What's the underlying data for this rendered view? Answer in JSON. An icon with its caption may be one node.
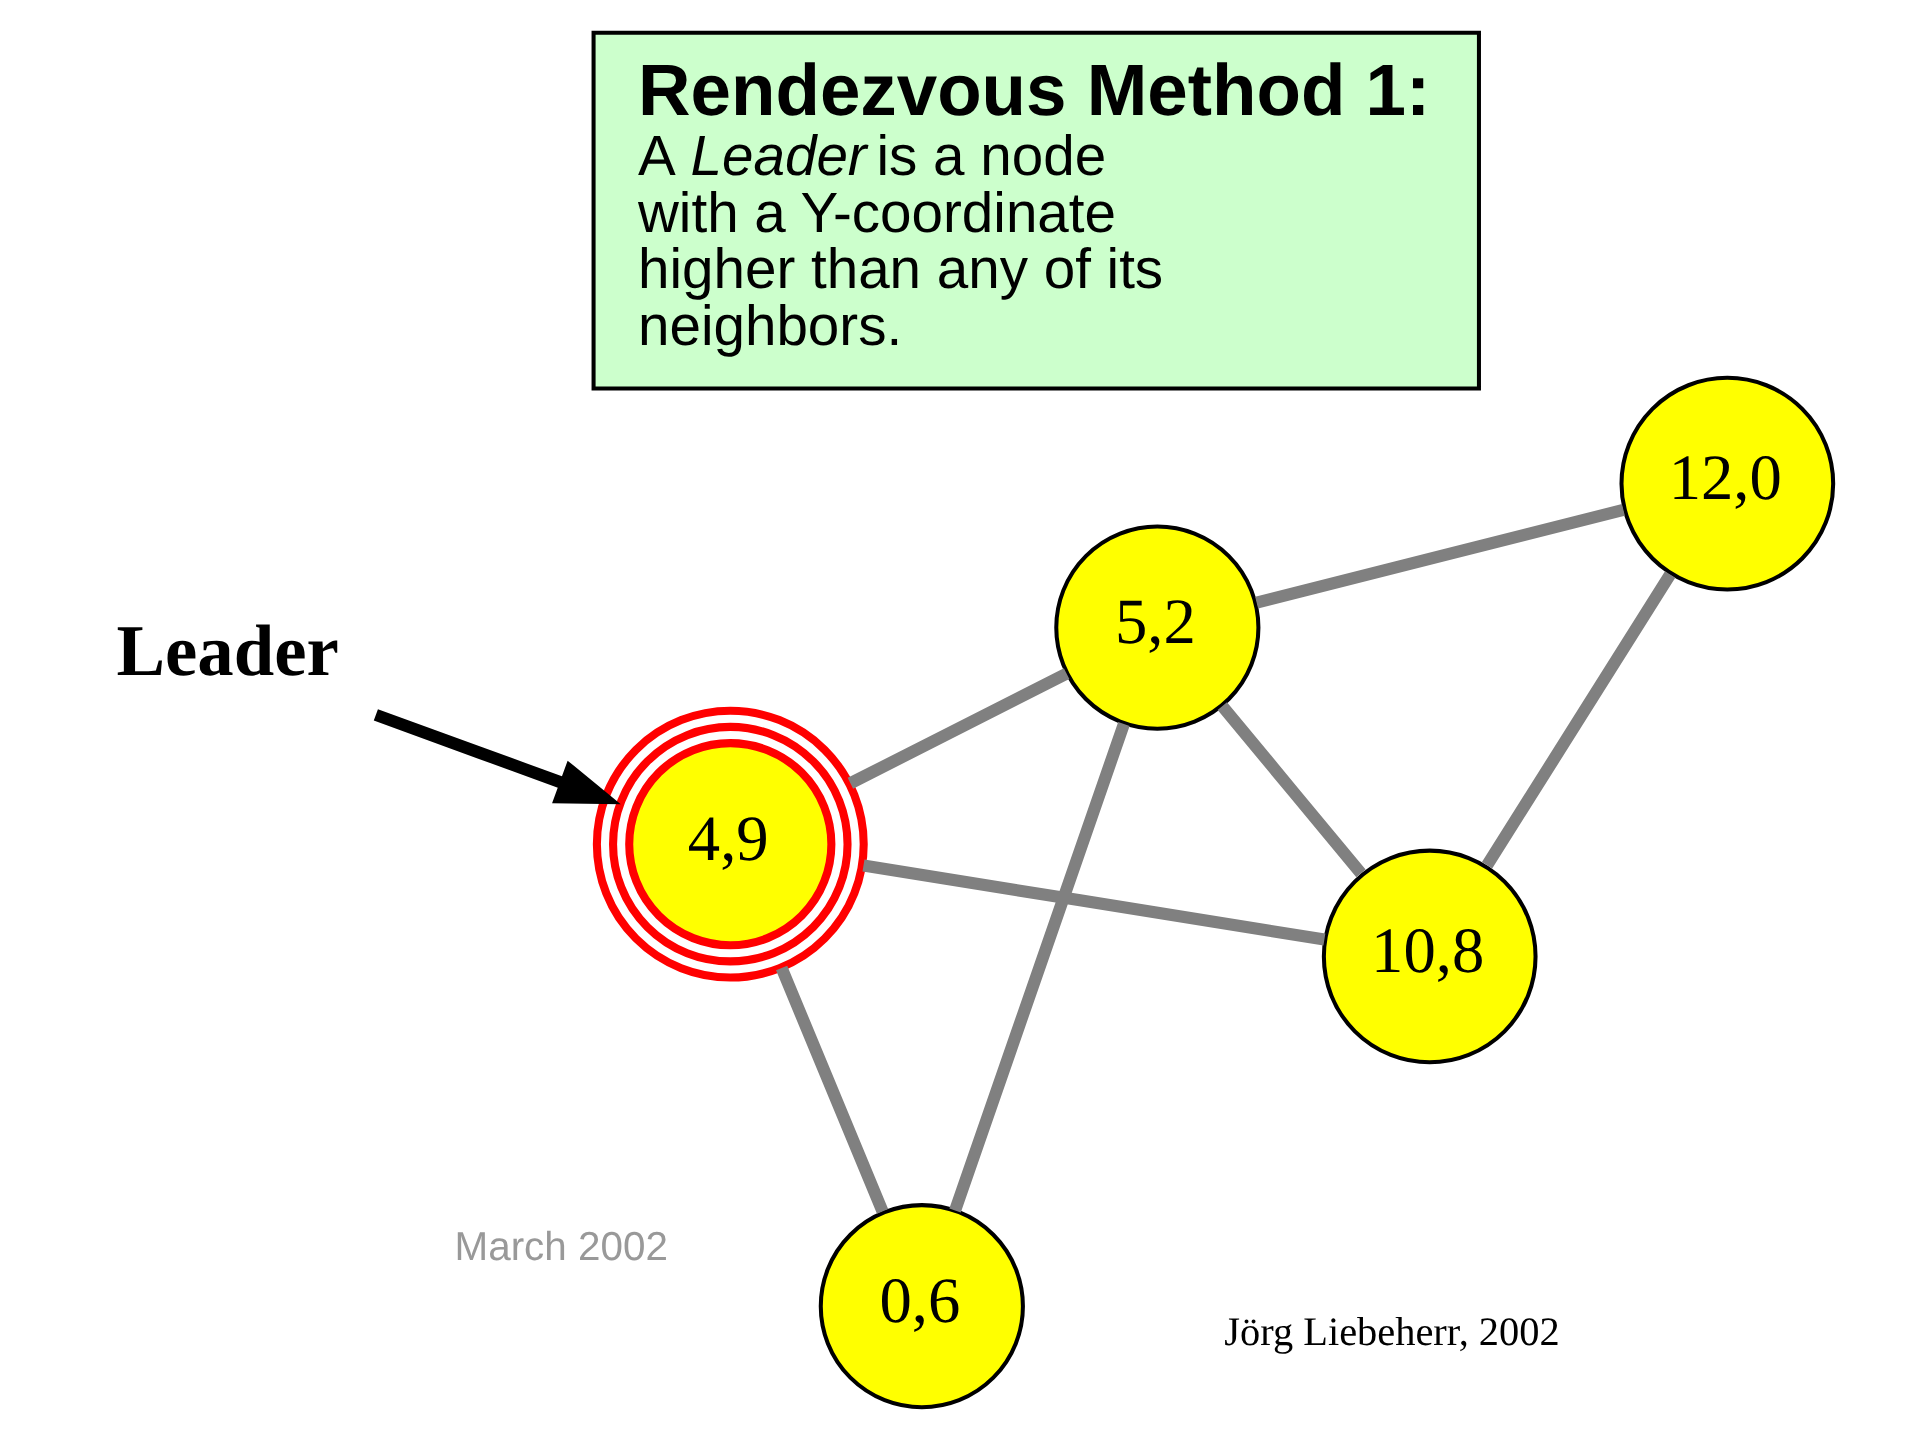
{
  "diagram": {
    "nodes": [
      {
        "text": [
          "4,9"
        ]
      },
      {
        "text": [
          "10,8"
        ]
      },
      {
        "text": [
          "0,6"
        ]
      },
      {
        "text": [
          "5,2"
        ]
      },
      {
        "text": [
          "12,0"
        ]
      },
      {
        "text": [
          "Leader"
        ]
      },
      {
        "text": [
          "Rendezvous Method 1:",
          "A *Leader* is a node with a Y-coordinate higher than any of its neighbors."
        ]
      }
    ],
    "edges": [
      {
        "from": 0,
        "to": 1,
        "arrow": "none"
      },
      {
        "from": 0,
        "to": 2,
        "arrow": "none"
      },
      {
        "from": 0,
        "to": 3,
        "arrow": "none"
      },
      {
        "from": 1,
        "to": 3,
        "arrow": "none"
      },
      {
        "from": 1,
        "to": 4,
        "arrow": "none"
      },
      {
        "from": 2,
        "to": 3,
        "arrow": "none"
      },
      {
        "from": 3,
        "to": 4,
        "arrow": "none"
      },
      {
        "from": 5,
        "to": 0,
        "arrow": "to",
        "color": "#000000"
      }
    ],
    "labels": [
      "Jörg Liebeherr, 2002",
      "March 2002"
    ]
  }
}
